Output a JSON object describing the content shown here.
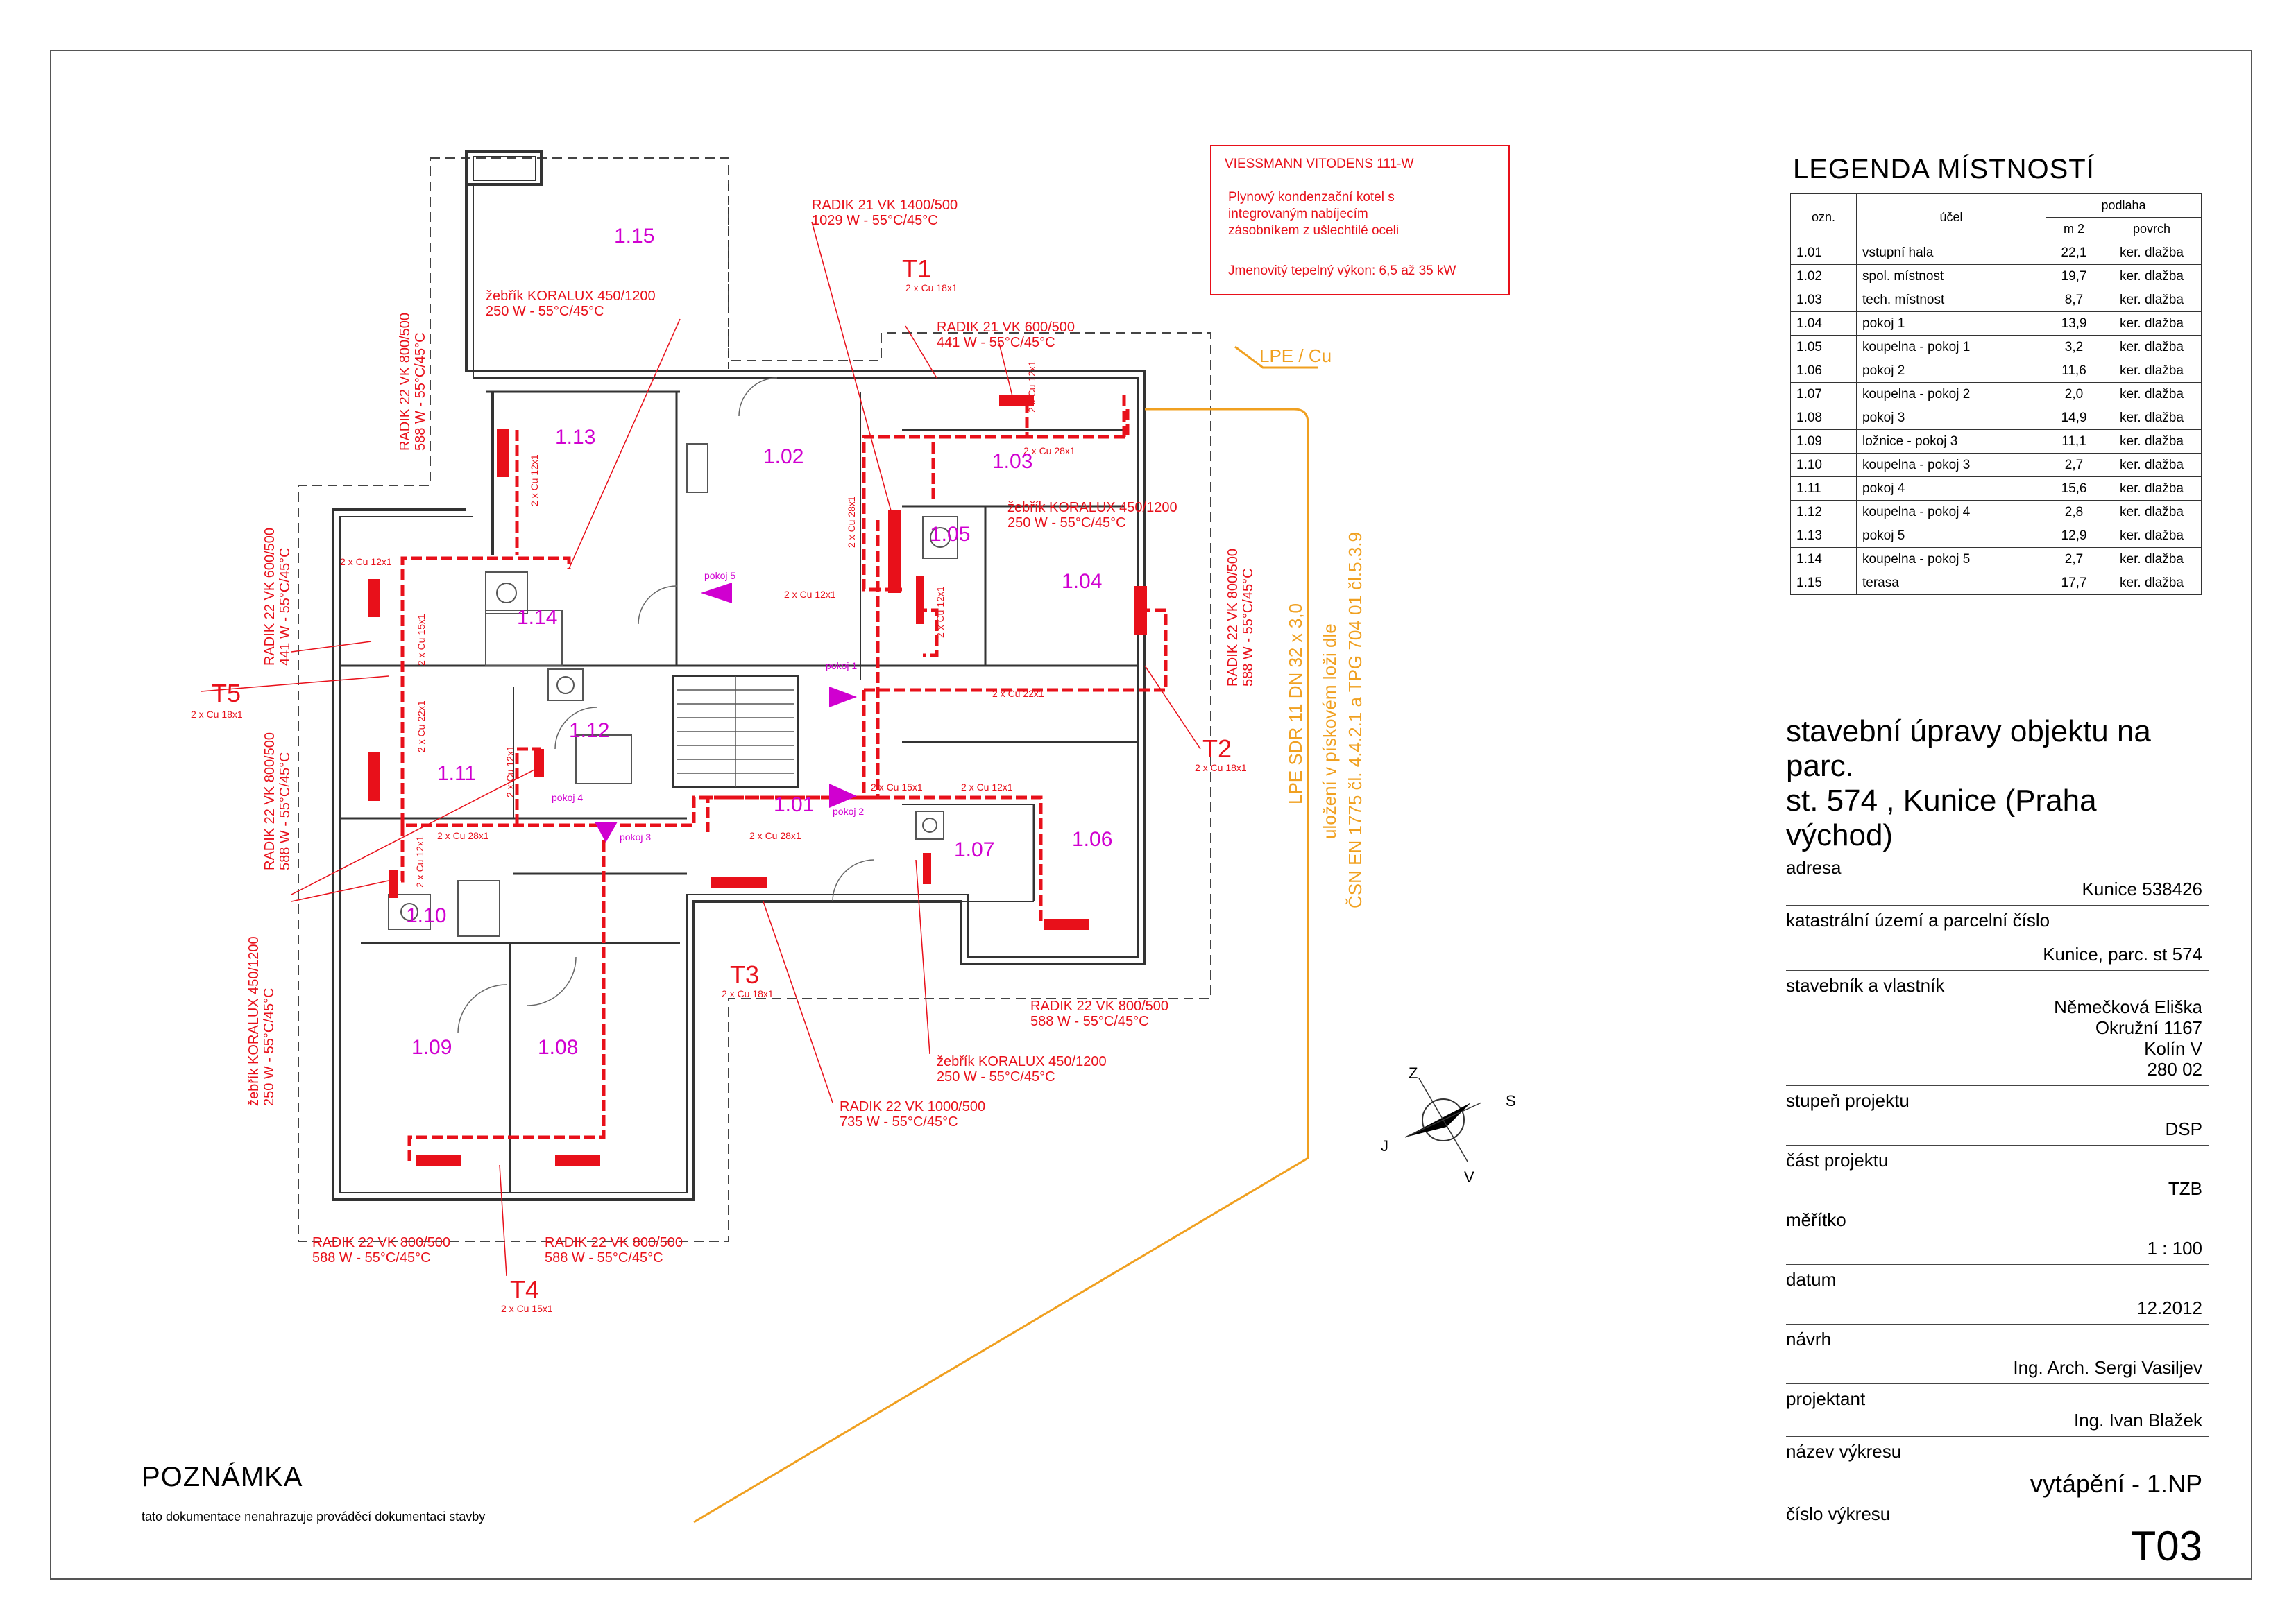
{
  "boiler_box": {
    "title": "VIESSMANN VITODENS 111-W",
    "line1": "Plynový kondenzační kotel s",
    "line2": "integrovaným nabíjecím",
    "line3": "zásobníkem z ušlechtilé oceli",
    "line4": "Jmenovitý tepelný výkon: 6,5 až 35 kW"
  },
  "rooms_plan": [
    "1.15",
    "1.13",
    "1.02",
    "1.03",
    "1.05",
    "1.04",
    "1.14",
    "1.12",
    "1.11",
    "1.01",
    "1.07",
    "1.06",
    "1.10",
    "1.09",
    "1.08"
  ],
  "radiators": {
    "r1_a": "RADIK 21 VK 1400/500",
    "r1_b": "1029 W -  55°C/45°C",
    "r2_a": "žebřík KORALUX 450/1200",
    "r2_b": "250 W -  55°C/45°C",
    "r3_a": "RADIK 21 VK 600/500",
    "r3_b": "441 W -  55°C/45°C",
    "r4_a": "žebřík KORALUX 450/1200",
    "r4_b": "250 W -  55°C/45°C",
    "r5_a": "RADIK 22 VK 800/500",
    "r5_b": "588 W -  55°C/45°C",
    "r6_a": "RADIK 22 VK 600/500",
    "r6_b": "441 W -  55°C/45°C",
    "r7_a": "RADIK 22 VK 800/500",
    "r7_b": "588 W -  55°C/45°C",
    "r8_a": "RADIK 22 VK 800/500",
    "r8_b": "588 W -  55°C/45°C",
    "r9_a": "žebřík KORALUX 450/1200",
    "r9_b": "250 W -  55°C/45°C",
    "r10_a": "RADIK 22 VK 800/500",
    "r10_b": "588 W -  55°C/45°C",
    "r11_a": "žebřík KORALUX 450/1200",
    "r11_b": "250 W -  55°C/45°C",
    "r12_a": "RADIK 22 VK 1000/500",
    "r12_b": "735 W -  55°C/45°C",
    "r13_a": "RADIK 22 VK 800/500",
    "r13_b": "588 W -  55°C/45°C",
    "r14_a": "RADIK 22 VK 800/500",
    "r14_b": "588 W -  55°C/45°C"
  },
  "risers": {
    "t1": "T1",
    "t1s": "2 x Cu 18x1",
    "t2": "T2",
    "t2s": "2 x Cu 18x1",
    "t3": "T3",
    "t3s": "2 x Cu 18x1",
    "t4": "T4",
    "t4s": "2 x Cu 15x1",
    "t5": "T5",
    "t5s": "2 x Cu 18x1"
  },
  "pipes": {
    "p1": "2 x Cu 12x1",
    "p2": "2 x Cu 28x1",
    "p3": "2 x Cu 28x1",
    "p4": "2 x Cu 12x1",
    "p5": "2 x Cu 12x1",
    "p6": "2 x Cu 15x1",
    "p7": "2 x Cu 22x1",
    "p8": "2 x Cu 22x1",
    "p9": "2 x Cu 28x1",
    "p10": "2 x Cu 28x1",
    "p11": "2 x Cu 15x1",
    "p12": "2 x Cu 12x1",
    "p13": "2 x Cu 12x1",
    "p14": "2 x Cu 12x1",
    "p15": "2 x Cu 12x1",
    "p16": "2 x Cu 12x1"
  },
  "arrows": {
    "a1": "pokoj 5",
    "a2": "pokoj 1",
    "a3": "pokoj 4",
    "a4": "pokoj 3",
    "a5": "pokoj 2"
  },
  "gas": {
    "lpe_cu": "LPE / Cu",
    "v1": "LPE SDR 11 DN 32 x 3,0",
    "v2": "uložení v pískovém loži dle",
    "v3": "ČSN EN 1775 čl. 4.4.2.1 a TPG 704 01 čl.5.3.9"
  },
  "compass": {
    "z": "Z",
    "s": "S",
    "j": "J",
    "v": "V"
  },
  "legend": {
    "title": "LEGENDA MÍSTNOSTÍ",
    "h_ozn": "ozn.",
    "h_ucel": "účel",
    "h_podlaha": "podlaha",
    "h_m2": "m 2",
    "h_povrch": "povrch",
    "rows": [
      [
        "1.01",
        "vstupní hala",
        "22,1",
        "ker. dlažba"
      ],
      [
        "1.02",
        "spol. místnost",
        "19,7",
        "ker. dlažba"
      ],
      [
        "1.03",
        "tech. místnost",
        "8,7",
        "ker. dlažba"
      ],
      [
        "1.04",
        "pokoj 1",
        "13,9",
        "ker. dlažba"
      ],
      [
        "1.05",
        "koupelna - pokoj 1",
        "3,2",
        "ker. dlažba"
      ],
      [
        "1.06",
        "pokoj 2",
        "11,6",
        "ker. dlažba"
      ],
      [
        "1.07",
        "koupelna - pokoj 2",
        "2,0",
        "ker. dlažba"
      ],
      [
        "1.08",
        "pokoj 3",
        "14,9",
        "ker. dlažba"
      ],
      [
        "1.09",
        "ložnice - pokoj 3",
        "11,1",
        "ker. dlažba"
      ],
      [
        "1.10",
        "koupelna - pokoj 3",
        "2,7",
        "ker. dlažba"
      ],
      [
        "1.11",
        "pokoj 4",
        "15,6",
        "ker. dlažba"
      ],
      [
        "1.12",
        "koupelna - pokoj 4",
        "2,8",
        "ker. dlažba"
      ],
      [
        "1.13",
        "pokoj 5",
        "12,9",
        "ker. dlažba"
      ],
      [
        "1.14",
        "koupelna - pokoj 5",
        "2,7",
        "ker. dlažba"
      ],
      [
        "1.15",
        "terasa",
        "17,7",
        "ker. dlažba"
      ]
    ]
  },
  "titleblock": {
    "project1": "stavební úpravy objektu na parc.",
    "project2": "st. 574 , Kunice (Praha východ)",
    "adresa_l": "adresa",
    "adresa_v": "Kunice 538426",
    "kat_l": "katastrální území a parcelní číslo",
    "kat_v": "Kunice, parc. st 574",
    "inv_l": "stavebník a vlastník",
    "inv_v1": "Němečková Eliška",
    "inv_v2": "Okružní 1167",
    "inv_v3": "Kolín V",
    "inv_v4": "280 02",
    "stupen_l": "stupeň projektu",
    "stupen_v": "DSP",
    "cast_l": "část projektu",
    "cast_v": "TZB",
    "meritko_l": "měřítko",
    "meritko_v": "1 : 100",
    "datum_l": "datum",
    "datum_v": "12.2012",
    "navrh_l": "návrh",
    "navrh_v": "Ing. Arch. Sergi Vasiljev",
    "projektant_l": "projektant",
    "projektant_v": "Ing. Ivan Blažek",
    "nazev_l": "název výkresu",
    "nazev_v": "vytápění - 1.NP",
    "cislo_l": "číslo výkresu",
    "cislo_v": "T03"
  },
  "note": {
    "title": "POZNÁMKA",
    "text": "tato dokumentace nenahrazuje prováděcí dokumentaci stavby"
  },
  "colors": {
    "heating": "#e8101a",
    "room_label": "#d000d0",
    "gas": "#f0a020"
  }
}
